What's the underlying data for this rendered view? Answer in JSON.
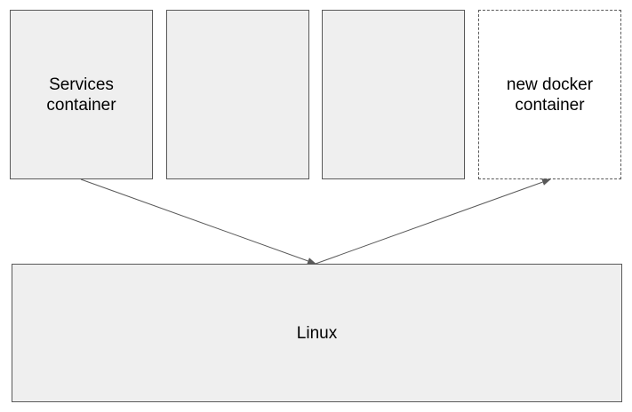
{
  "diagram": {
    "containers": [
      {
        "label": "Services\ncontainer",
        "style": "solid"
      },
      {
        "label": "",
        "style": "solid"
      },
      {
        "label": "",
        "style": "solid"
      },
      {
        "label": "new docker\ncontainer",
        "style": "dashed"
      }
    ],
    "host": {
      "label": "Linux"
    },
    "connections": [
      {
        "from": "Services container",
        "to": "Linux"
      },
      {
        "from": "Linux",
        "to": "new docker container"
      }
    ],
    "colors": {
      "box_fill": "#efefef",
      "stroke": "#595959",
      "text": "#000000"
    }
  }
}
